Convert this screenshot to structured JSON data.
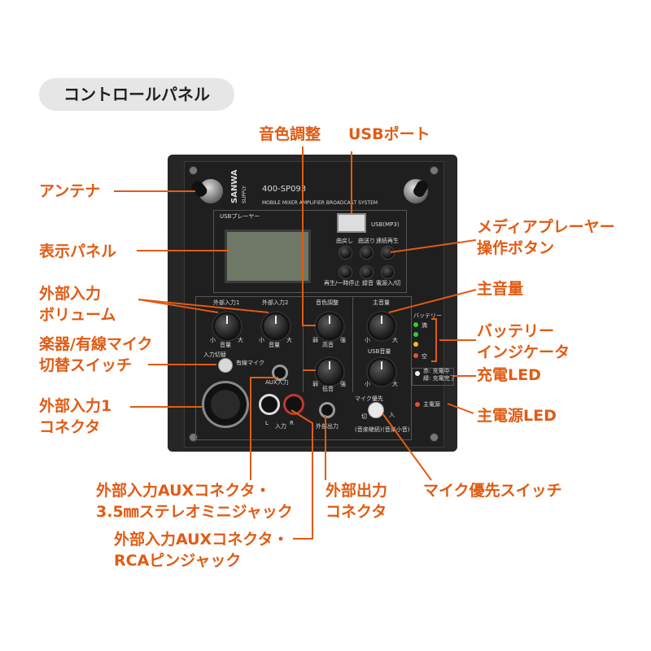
{
  "heading": "コントロールパネル",
  "callouts": {
    "antenna": "アンテナ",
    "display": "表示パネル",
    "ext_volume_1": "外部入力",
    "ext_volume_2": "ボリューム",
    "switch_1": "楽器/有線マイク",
    "switch_2": "切替スイッチ",
    "ext_connector_1": "外部入力1",
    "ext_connector_2": "コネクタ",
    "tone": "音色調整",
    "usb_port": "USBポート",
    "media_1": "メディアプレーヤー",
    "media_2": "操作ボタン",
    "master": "主音量",
    "battery_1": "バッテリー",
    "battery_2": "インジケータ",
    "charge_led": "充電LED",
    "power_led": "主電源LED",
    "aux35_1": "外部入力AUXコネクタ・",
    "aux35_2": "3.5㎜ステレオミニジャック",
    "aux_rca_1": "外部入力AUXコネクタ・",
    "aux_rca_2": "RCAピンジャック",
    "out_1": "外部出力",
    "out_2": "コネクタ",
    "mic_priority": "マイク優先スイッチ"
  },
  "panel": {
    "brand": "SANWA",
    "brand_sub": "SUPPLY",
    "model": "400-SP093",
    "tagline": "MOBILE MIXER AMPLIFIER BROADCAST SYSTEM",
    "usb_player": "USBプレーヤー",
    "usb_mp3": "USB(MP3)",
    "btn_prev": "曲戻し",
    "btn_next": "曲送り",
    "btn_repeat": "連続再生",
    "btn_play": "再生/一時停止",
    "btn_rec": "録音",
    "btn_power": "電源入/切",
    "ext1": "外部入力1",
    "ext2": "外部入力2",
    "tone": "音色調整",
    "master": "主音量",
    "usb_vol": "USB音量",
    "vol_word": "音量",
    "small": "小",
    "large": "大",
    "weak": "弱",
    "strong": "強",
    "treble": "高音",
    "bass": "低音",
    "input_switch": "入力切替",
    "wired_mic": "有線マイク",
    "aux_in": "AUX入力",
    "aux_l": "L",
    "aux_in_short": "入力",
    "aux_r": "R",
    "ext_out": "外部出力",
    "mic_pri": "マイク優先",
    "off": "切",
    "on": "入",
    "off_mode": "(音楽継続)",
    "on_mode": "(音楽小音)",
    "battery": "バッテリー",
    "bat_full": "満",
    "bat_empty": "空",
    "charging": "赤: 充電中",
    "charged": "緑: 充電完了",
    "main_power": "主電源"
  },
  "colors": {
    "accent": "#e15b13",
    "panel": "#1f1f1f",
    "speaker": "#262626"
  }
}
